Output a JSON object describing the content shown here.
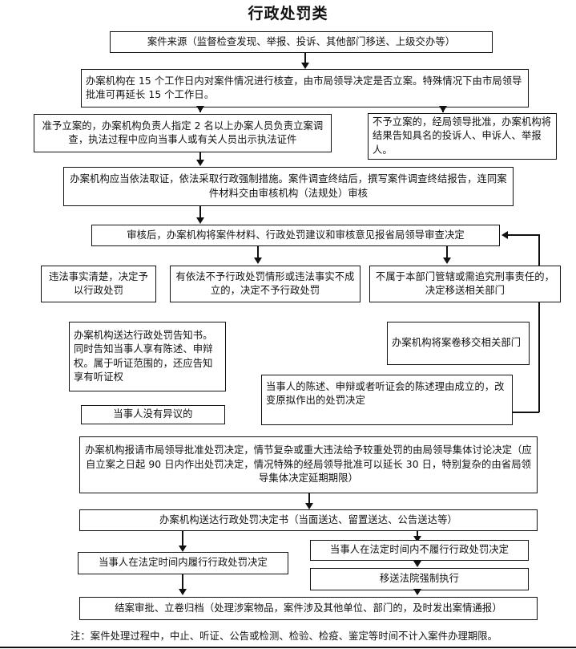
{
  "page": {
    "title": "行政处罚类",
    "note": "注：案件处理过程中，中止、听证、公告或检测、检验、检疫、鉴定等时间不计入案件办理期限。",
    "ink_color": "#111111",
    "background_color": "#ffffff"
  },
  "nodes": {
    "case_source": "案件来源（监督检查发现、举报、投诉、其他部门移送、上级交办等）",
    "review_15_days": "办案机构在 15 个工作日内对案件情况进行核查，由市局领导决定是否立案。特殊情况下由市局领导批准可再延长 15 个工作日。",
    "approve_filing": "准予立案的，办案机构负责人指定 2 名以上办案人员负责立案调查，执法过程中应向当事人或有关人员出示执法证件",
    "reject_filing": "不予立案的，经局领导批准，办案机构将结果告知具名的投诉人、申诉人、举报人。",
    "collect_evidence": "办案机构应当依法取证，依法采取行政强制措施。案件调查终结后，撰写案件调查终结报告，连同案件材料交由审核机构（法规处）审核",
    "submit_for_decision": "审核后，办案机构将案件材料、行政处罚建议和审核意见报省局领导审查决定",
    "outcome_penalize": "违法事实清楚，决定予以行政处罚",
    "outcome_no_penalty": "有依法不予行政处罚情形或违法事实不成立的，决定不予行政处罚",
    "outcome_transfer": "不属于本部门管辖或需追究刑事责任的，决定移送相关部门",
    "serve_notice": "办案机构送达行政处罚告知书。同时告知当事人享有陈述、申辩权。属于听证范围的，还应告知享有听证权",
    "transfer_file": "办案机构将案卷移交相关部门",
    "party_no_objection": "当事人没有异议的",
    "statement_accepted": "当事人的陈述、申辩或者听证会的陈述理由成立的，改变原拟作出的处罚决定",
    "approve_penalty_decision": "办案机构报请市局领导批准处罚决定，情节复杂或重大违法给予较重处罚的由局领导集体讨论决定（应自立案之日起 90 日内作出处罚决定，情况特殊的经局领导批准可以延长 30 日，特别复杂的由省局领导集体决定延期期限）",
    "serve_decision": "办案机构送达行政处罚决定书（当面送达、留置送达、公告送达等）",
    "party_complies": "当事人在法定时间内履行行政处罚决定",
    "party_not_comply": "当事人在法定时间内不履行行政处罚决定",
    "court_enforcement": "移送法院强制执行",
    "case_closing": "结案审批、立卷归档（处理涉案物品，案件涉及其他单位、部门的，及时发出案情通报）"
  },
  "connectors": {
    "source_to_review": "arrow-down",
    "review_to_approve": "arrow-down",
    "review_to_reject": "arrow-down",
    "approve_to_evidence": "arrow-down",
    "evidence_to_submit": "arrow-down",
    "submit_to_no_penalty": "arrow-down",
    "submit_to_transfer": "arrow-down",
    "feedback_to_submit": "arrow-left",
    "serve_decision_to_comply": "arrow-down",
    "serve_decision_to_not_comply": "arrow-down",
    "not_comply_to_court": "arrow-down",
    "comply_to_closing": "arrow-down",
    "court_to_closing": "arrow-down"
  }
}
